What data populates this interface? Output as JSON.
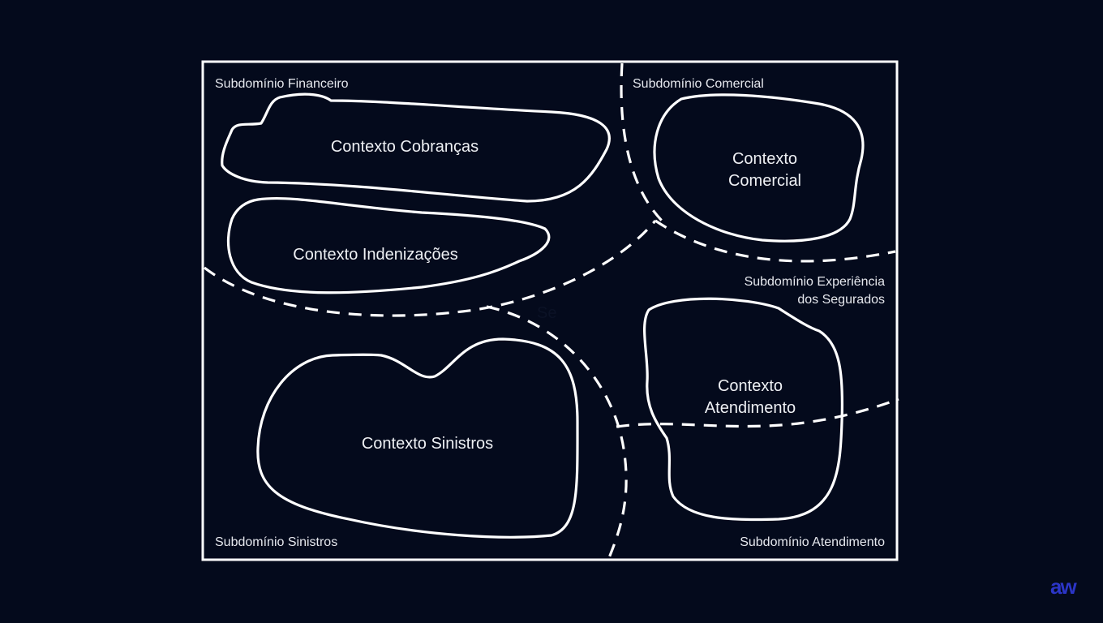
{
  "subdomains": {
    "financeiro": "Subdomínio Financeiro",
    "comercial": "Subdomínio Comercial",
    "experiencia_line1": "Subdomínio Experiência",
    "experiencia_line2": "dos Segurados",
    "sinistros": "Subdomínio Sinistros",
    "atendimento": "Subdomínio Atendimento"
  },
  "contexts": {
    "cobrancas": "Contexto Cobranças",
    "indenizacoes": "Contexto Indenizações",
    "comercial_line1": "Contexto",
    "comercial_line2": "Comercial",
    "atendimento_line1": "Contexto",
    "atendimento_line2": "Atendimento",
    "sinistros": "Contexto Sinistros"
  },
  "center_fragment": "Se",
  "logo": "aw",
  "colors": {
    "background": "#040a1c",
    "stroke": "#ffffff",
    "logo": "#2b35c7"
  }
}
